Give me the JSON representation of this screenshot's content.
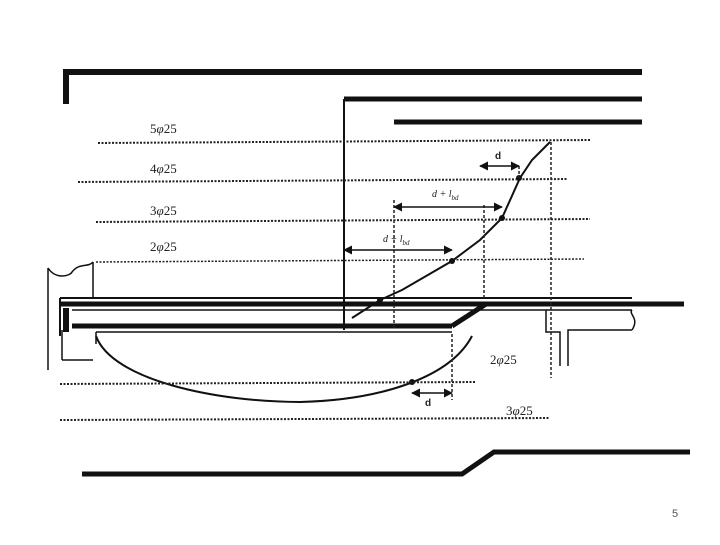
{
  "bars_top": [
    {
      "count": "5",
      "size": "25"
    },
    {
      "count": "4",
      "size": "25"
    },
    {
      "count": "3",
      "size": "25"
    },
    {
      "count": "2",
      "size": "25"
    }
  ],
  "bars_bottom": [
    {
      "count": "2",
      "size": "25"
    },
    {
      "count": "3",
      "size": "25"
    }
  ],
  "dimensions": {
    "d_top": "d",
    "d_bottom": "d",
    "d_plus_lbd_1": {
      "main": "d + l",
      "sub": "bd"
    },
    "d_plus_lbd_2": {
      "main": "d + l",
      "sub": "bd"
    }
  },
  "phi": "φ",
  "page_number": "5",
  "colors": {
    "line": "#111111",
    "text": "#222222"
  }
}
